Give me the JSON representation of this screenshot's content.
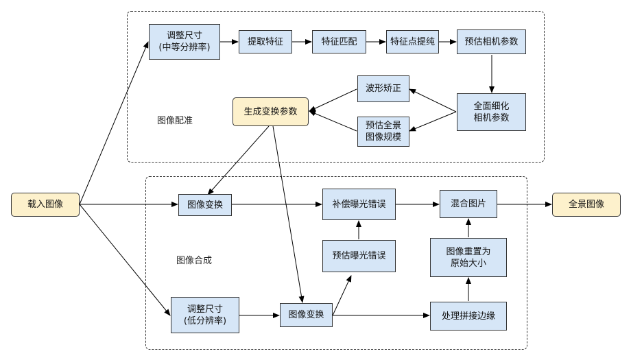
{
  "groups": {
    "registration": "图像配准",
    "composition": "图像合成"
  },
  "nodes": {
    "load": "载入图像",
    "panorama": "全景图像",
    "resize_mid": "调整尺寸\n(中等分辨率)",
    "extract": "提取特征",
    "match": "特征匹配",
    "refine_pts": "特征点提纯",
    "estimate_cam": "预估相机参数",
    "wave": "波形矫正",
    "full_refine": "全面细化\n相机参数",
    "est_scale": "预估全景\n图像规模",
    "gen_params": "生成变换参数",
    "warp_top": "图像变换",
    "compensate": "补偿曝光错误",
    "blend": "混合图片",
    "est_exposure": "预估曝光错误",
    "reset": "图像重置为\n原始大小",
    "resize_low": "调整尺寸\n(低分辨率)",
    "warp_bottom": "图像变换",
    "seam": "处理拼接边缘"
  }
}
